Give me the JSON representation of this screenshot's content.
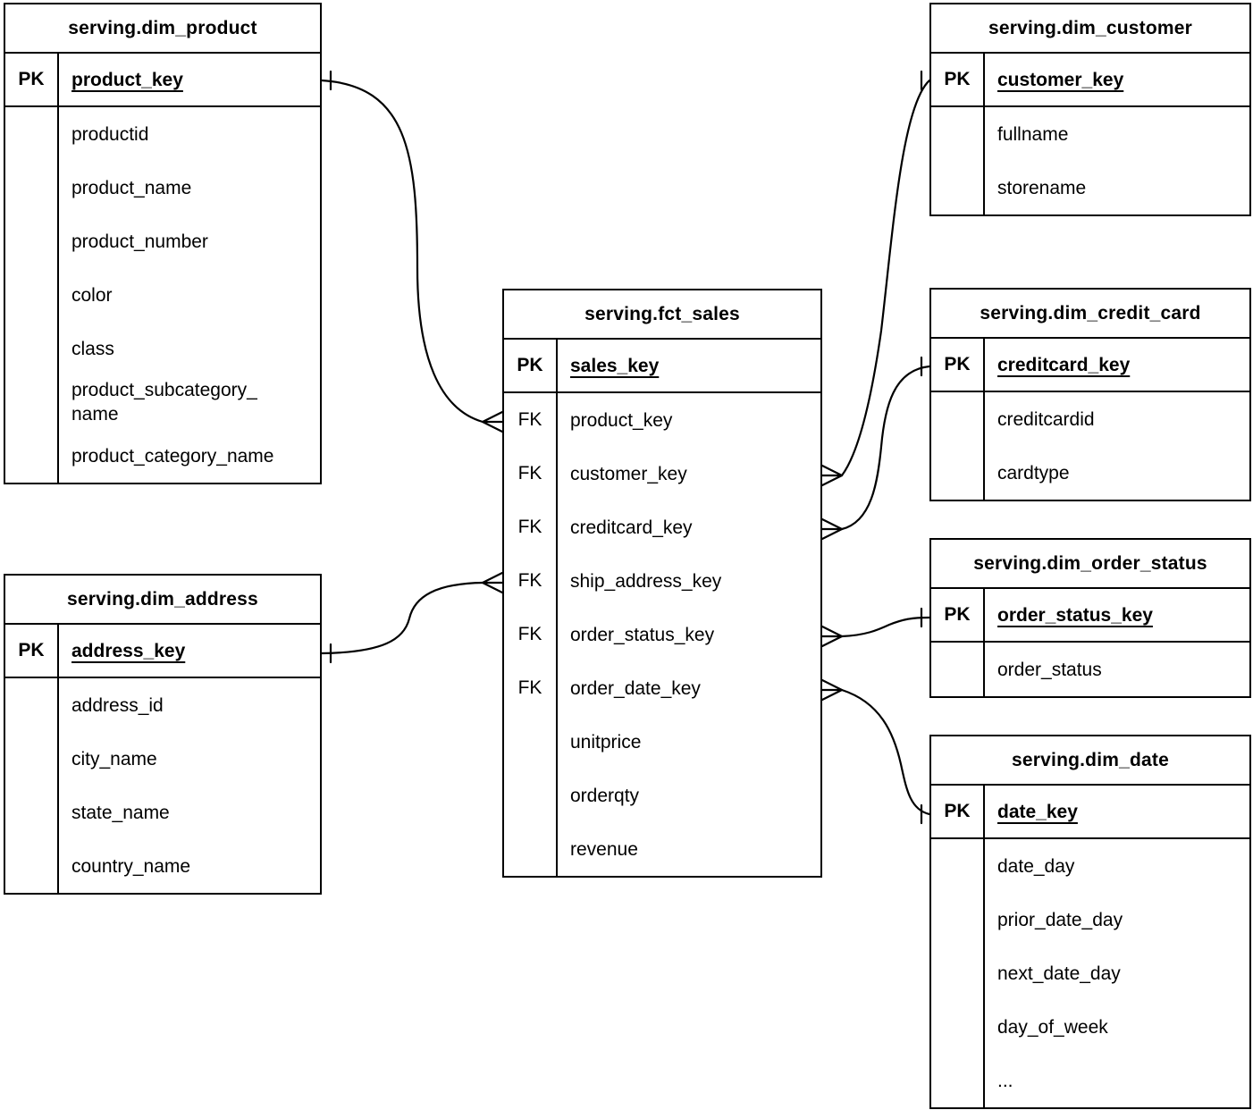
{
  "diagram_type": "entity-relationship-diagram",
  "colors": {
    "line": "#000000",
    "background": "#ffffff",
    "text": "#000000"
  },
  "tables": [
    {
      "name": "serving.dim_product",
      "pk_badge": "PK",
      "pk_field": "product_key",
      "fields": [
        {
          "badge": "",
          "name": "productid"
        },
        {
          "badge": "",
          "name": "product_name"
        },
        {
          "badge": "",
          "name": "product_number"
        },
        {
          "badge": "",
          "name": "color"
        },
        {
          "badge": "",
          "name": "class"
        },
        {
          "badge": "",
          "name": "product_subcategory_name"
        },
        {
          "badge": "",
          "name": "product_category_name"
        }
      ]
    },
    {
      "name": "serving.dim_address",
      "pk_badge": "PK",
      "pk_field": "address_key",
      "fields": [
        {
          "badge": "",
          "name": "address_id"
        },
        {
          "badge": "",
          "name": "city_name"
        },
        {
          "badge": "",
          "name": "state_name"
        },
        {
          "badge": "",
          "name": "country_name"
        }
      ]
    },
    {
      "name": "serving.fct_sales",
      "pk_badge": "PK",
      "pk_field": "sales_key",
      "fields": [
        {
          "badge": "FK",
          "name": "product_key"
        },
        {
          "badge": "FK",
          "name": "customer_key"
        },
        {
          "badge": "FK",
          "name": "creditcard_key"
        },
        {
          "badge": "FK",
          "name": "ship_address_key"
        },
        {
          "badge": "FK",
          "name": "order_status_key"
        },
        {
          "badge": "FK",
          "name": "order_date_key"
        },
        {
          "badge": "",
          "name": "unitprice"
        },
        {
          "badge": "",
          "name": "orderqty"
        },
        {
          "badge": "",
          "name": "revenue"
        }
      ]
    },
    {
      "name": "serving.dim_customer",
      "pk_badge": "PK",
      "pk_field": "customer_key",
      "fields": [
        {
          "badge": "",
          "name": "fullname"
        },
        {
          "badge": "",
          "name": "storename"
        }
      ]
    },
    {
      "name": "serving.dim_credit_card",
      "pk_badge": "PK",
      "pk_field": "creditcard_key",
      "fields": [
        {
          "badge": "",
          "name": "creditcardid"
        },
        {
          "badge": "",
          "name": "cardtype"
        }
      ]
    },
    {
      "name": "serving.dim_order_status",
      "pk_badge": "PK",
      "pk_field": "order_status_key",
      "fields": [
        {
          "badge": "",
          "name": "order_status"
        }
      ]
    },
    {
      "name": "serving.dim_date",
      "pk_badge": "PK",
      "pk_field": "date_key",
      "fields": [
        {
          "badge": "",
          "name": "date_day"
        },
        {
          "badge": "",
          "name": "prior_date_day"
        },
        {
          "badge": "",
          "name": "next_date_day"
        },
        {
          "badge": "",
          "name": "day_of_week"
        },
        {
          "badge": "",
          "name": "..."
        }
      ]
    }
  ],
  "connectors": [
    {
      "from": "serving.fct_sales.product_key",
      "from_cardinality": "many",
      "to": "serving.dim_product.product_key",
      "to_cardinality": "one"
    },
    {
      "from": "serving.fct_sales.ship_address_key",
      "from_cardinality": "many",
      "to": "serving.dim_address.address_key",
      "to_cardinality": "one"
    },
    {
      "from": "serving.fct_sales.customer_key",
      "from_cardinality": "many",
      "to": "serving.dim_customer.customer_key",
      "to_cardinality": "one"
    },
    {
      "from": "serving.fct_sales.creditcard_key",
      "from_cardinality": "many",
      "to": "serving.dim_credit_card.creditcard_key",
      "to_cardinality": "one"
    },
    {
      "from": "serving.fct_sales.order_status_key",
      "from_cardinality": "many",
      "to": "serving.dim_order_status.order_status_key",
      "to_cardinality": "one"
    },
    {
      "from": "serving.fct_sales.order_date_key",
      "from_cardinality": "many",
      "to": "serving.dim_date.date_key",
      "to_cardinality": "one"
    }
  ]
}
